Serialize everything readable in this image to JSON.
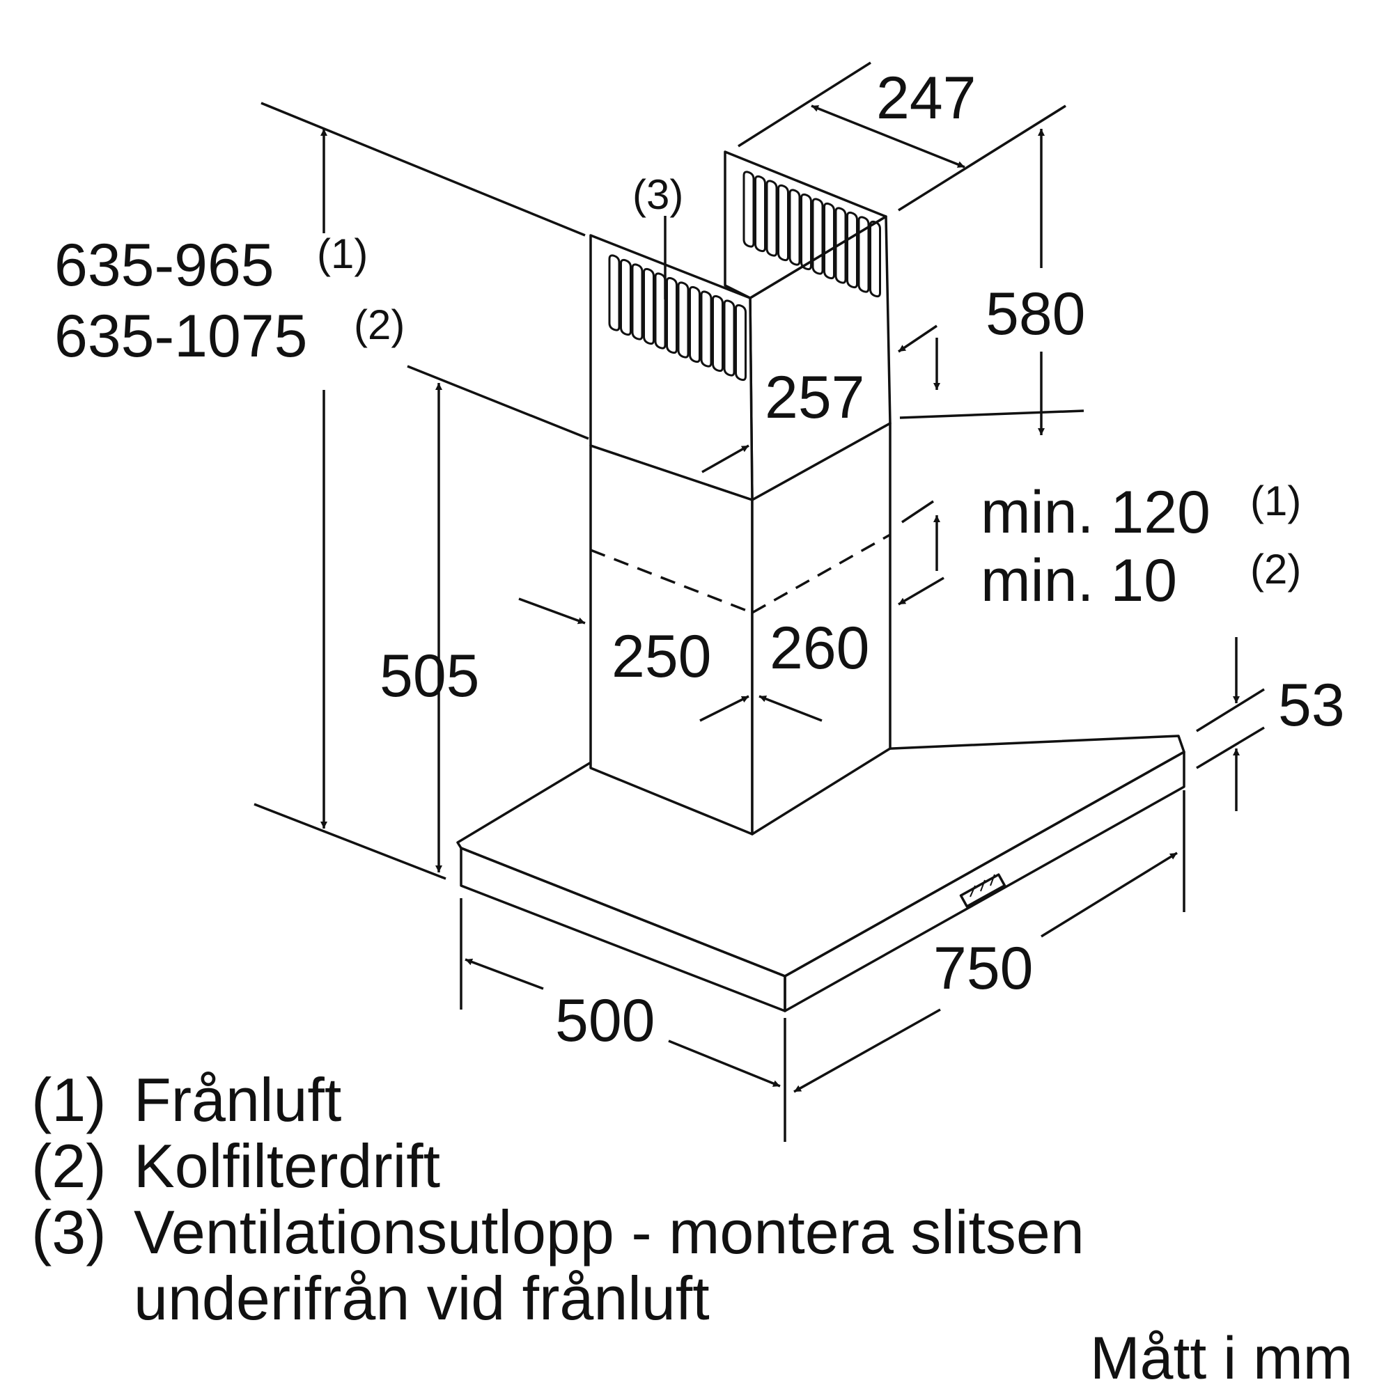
{
  "colors": {
    "ink": "#111111",
    "background": "#ffffff"
  },
  "dimensions": {
    "chimney_width": "247",
    "chimney_height_upper": "580",
    "chimney_depth_upper": "257",
    "chimney_front_lower": "250",
    "chimney_side_lower": "260",
    "lower_chimney_height": "505",
    "hood_height": "53",
    "hood_width": "750",
    "hood_depth": "500"
  },
  "overall_height": {
    "line1_value": "635-965",
    "line1_ref": "(1)",
    "line2_value": "635-1075",
    "line2_ref": "(2)"
  },
  "min_clearance": {
    "line1_value": "min. 120",
    "line1_ref": "(1)",
    "line2_value": "min. 10",
    "line2_ref": "(2)"
  },
  "slot_callout": "(3)",
  "legend": [
    {
      "ref": "(1)",
      "text": "Frånluft"
    },
    {
      "ref": "(2)",
      "text": "Kolfilterdrift"
    },
    {
      "ref": "(3)",
      "text": "Ventilationsutlopp - montera slitsen",
      "text2": "underifrån vid frånluft"
    }
  ],
  "units_note": "Mått i mm"
}
